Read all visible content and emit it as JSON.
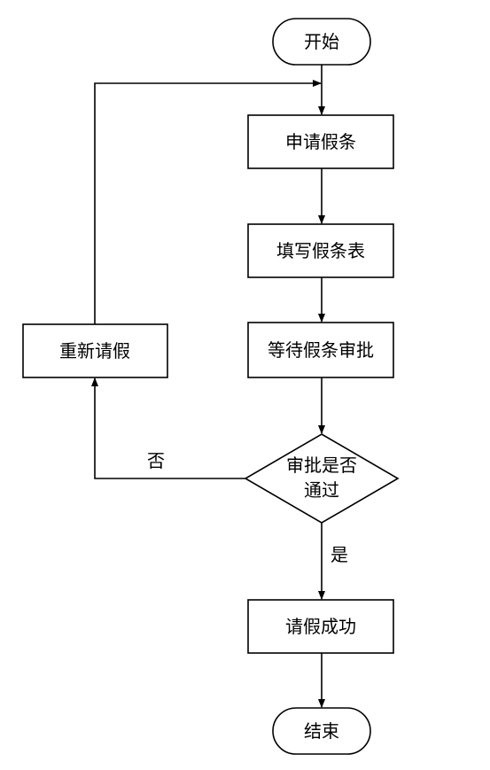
{
  "flowchart": {
    "start": "开始",
    "apply": "申请假条",
    "fill_form": "填写假条表",
    "wait_approval": "等待假条审批",
    "decision_line1": "审批是否",
    "decision_line2": "通过",
    "success": "请假成功",
    "end": "结束",
    "reapply": "重新请假",
    "label_no": "否",
    "label_yes": "是"
  }
}
